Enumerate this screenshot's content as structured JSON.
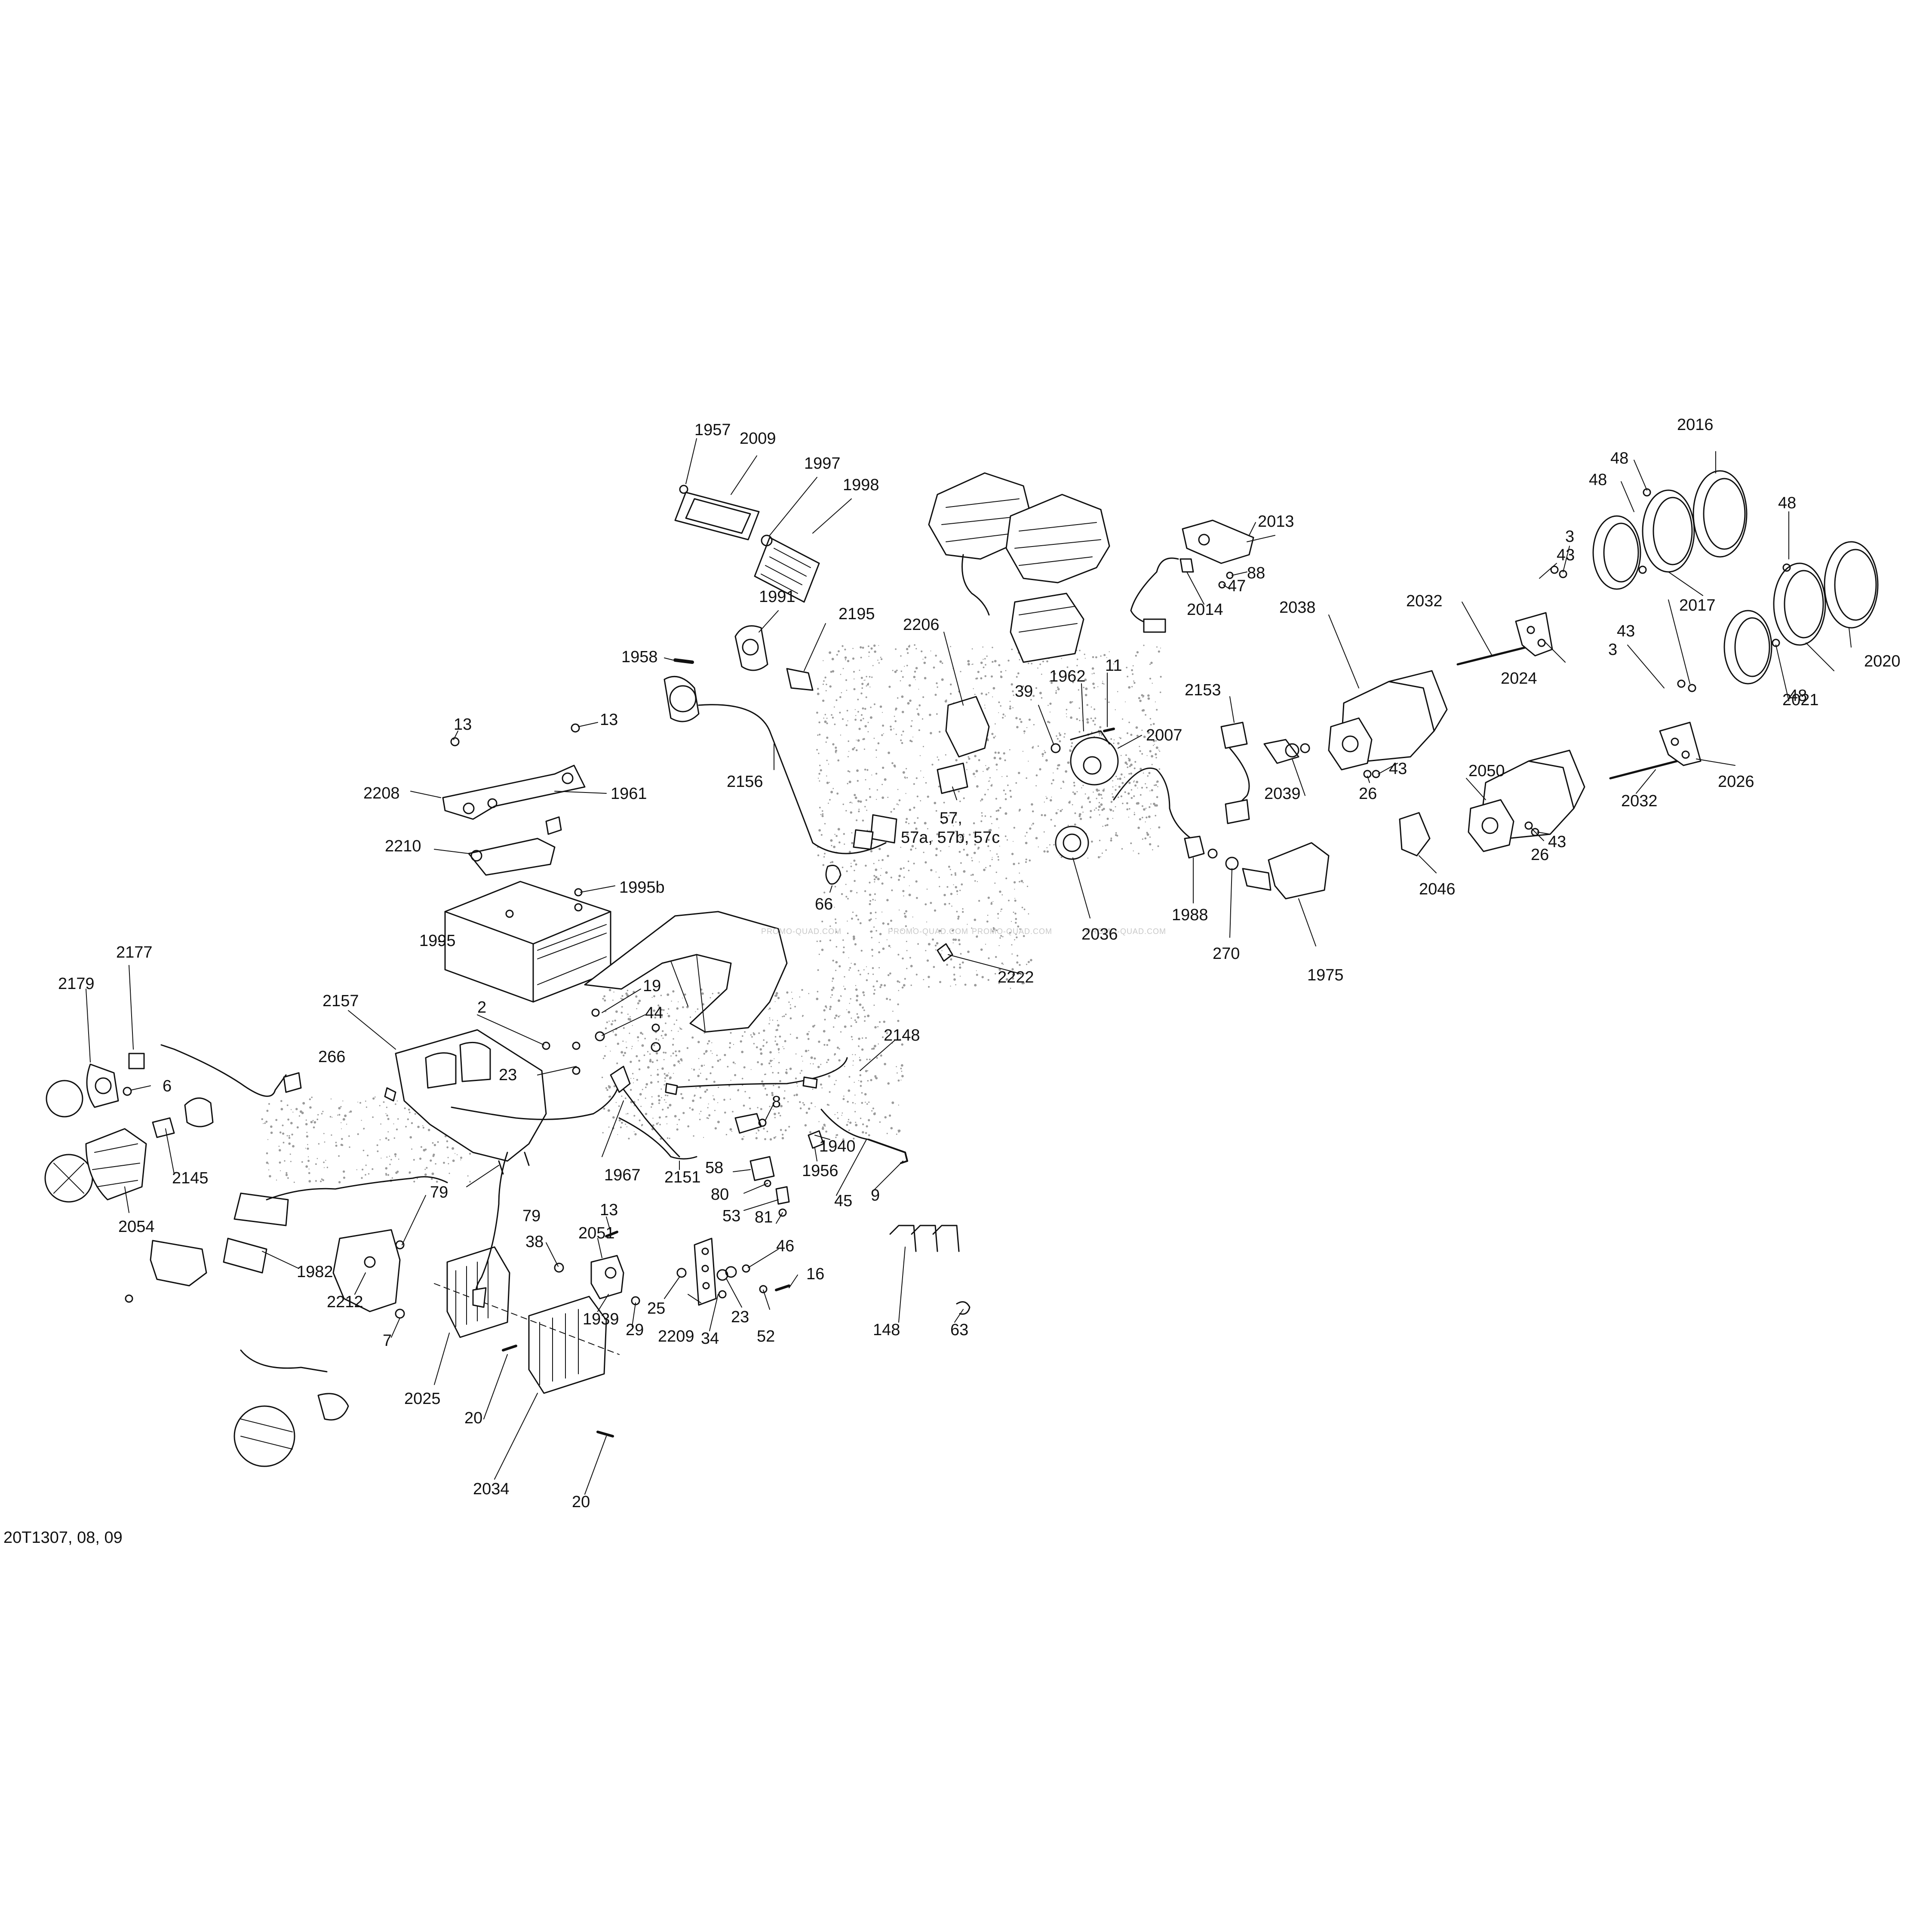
{
  "diagram": {
    "code": "20T1307, 08, 09",
    "watermark": "PROMO-QUAD.COM",
    "colors": {
      "line": "#111111",
      "fill": "#ffffff",
      "speckle": "#9a9a9a"
    },
    "callouts": [
      "1957",
      "2009",
      "1997",
      "1998",
      "1991",
      "2195",
      "1958",
      "13",
      "13",
      "2208",
      "1961",
      "2210",
      "2156",
      "66",
      "1995b",
      "1995",
      "2177",
      "2179",
      "6",
      "2145",
      "2054",
      "2157",
      "266",
      "2",
      "19",
      "44",
      "23",
      "1967",
      "2151",
      "2148",
      "8",
      "1940",
      "1956",
      "45",
      "9",
      "58",
      "80",
      "53",
      "81",
      "79",
      "79",
      "13",
      "38",
      "2051",
      "46",
      "16",
      "1939",
      "29",
      "1982",
      "2212",
      "7",
      "2025",
      "20",
      "2034",
      "20",
      "25",
      "2209",
      "23",
      "52",
      "34",
      "148",
      "63",
      "2206",
      "39",
      "1962",
      "11",
      "2007",
      "57,",
      "57a, 57b, 57c",
      "2036",
      "2222",
      "2013",
      "88",
      "2014",
      "47",
      "2153",
      "2039",
      "1988",
      "270",
      "1975",
      "2038",
      "26",
      "43",
      "2032",
      "43",
      "3",
      "2024",
      "2050",
      "26",
      "43",
      "2046",
      "48",
      "2016",
      "48",
      "2017",
      "48",
      "3",
      "43",
      "2020",
      "2021",
      "48",
      "2026",
      "2032"
    ]
  }
}
